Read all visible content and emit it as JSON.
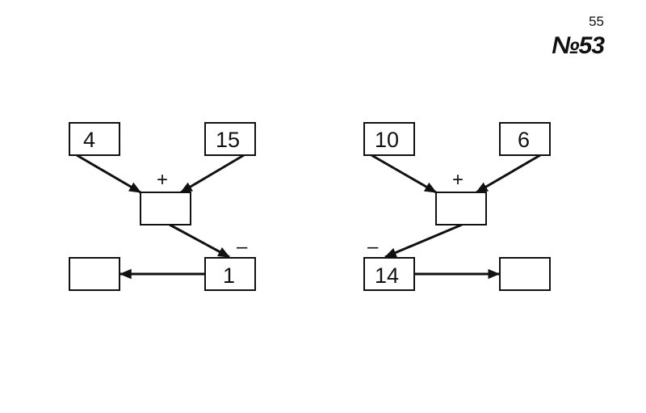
{
  "page": {
    "page_number": "55",
    "task_number": "№53"
  },
  "diagram_left": {
    "top_left": "4",
    "top_right": "15",
    "plus_sign": "+",
    "middle_box": "",
    "minus_sign": "–",
    "bottom_right": "1",
    "bottom_left": ""
  },
  "diagram_right": {
    "top_left": "10",
    "top_right": "6",
    "plus_sign": "+",
    "middle_box": "",
    "minus_sign": "–",
    "bottom_left": "14",
    "bottom_right": ""
  }
}
